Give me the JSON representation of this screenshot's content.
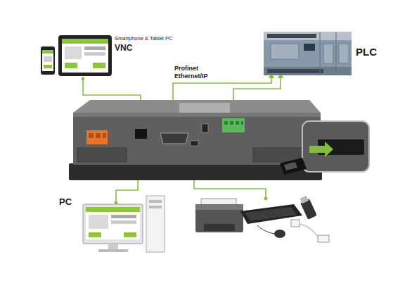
{
  "diagram": {
    "labels": [
      "Smartphone & Tablet PC",
      "VNC",
      "Profinet",
      "Ethernet/IP",
      "PLC",
      "PC"
    ]
  }
}
